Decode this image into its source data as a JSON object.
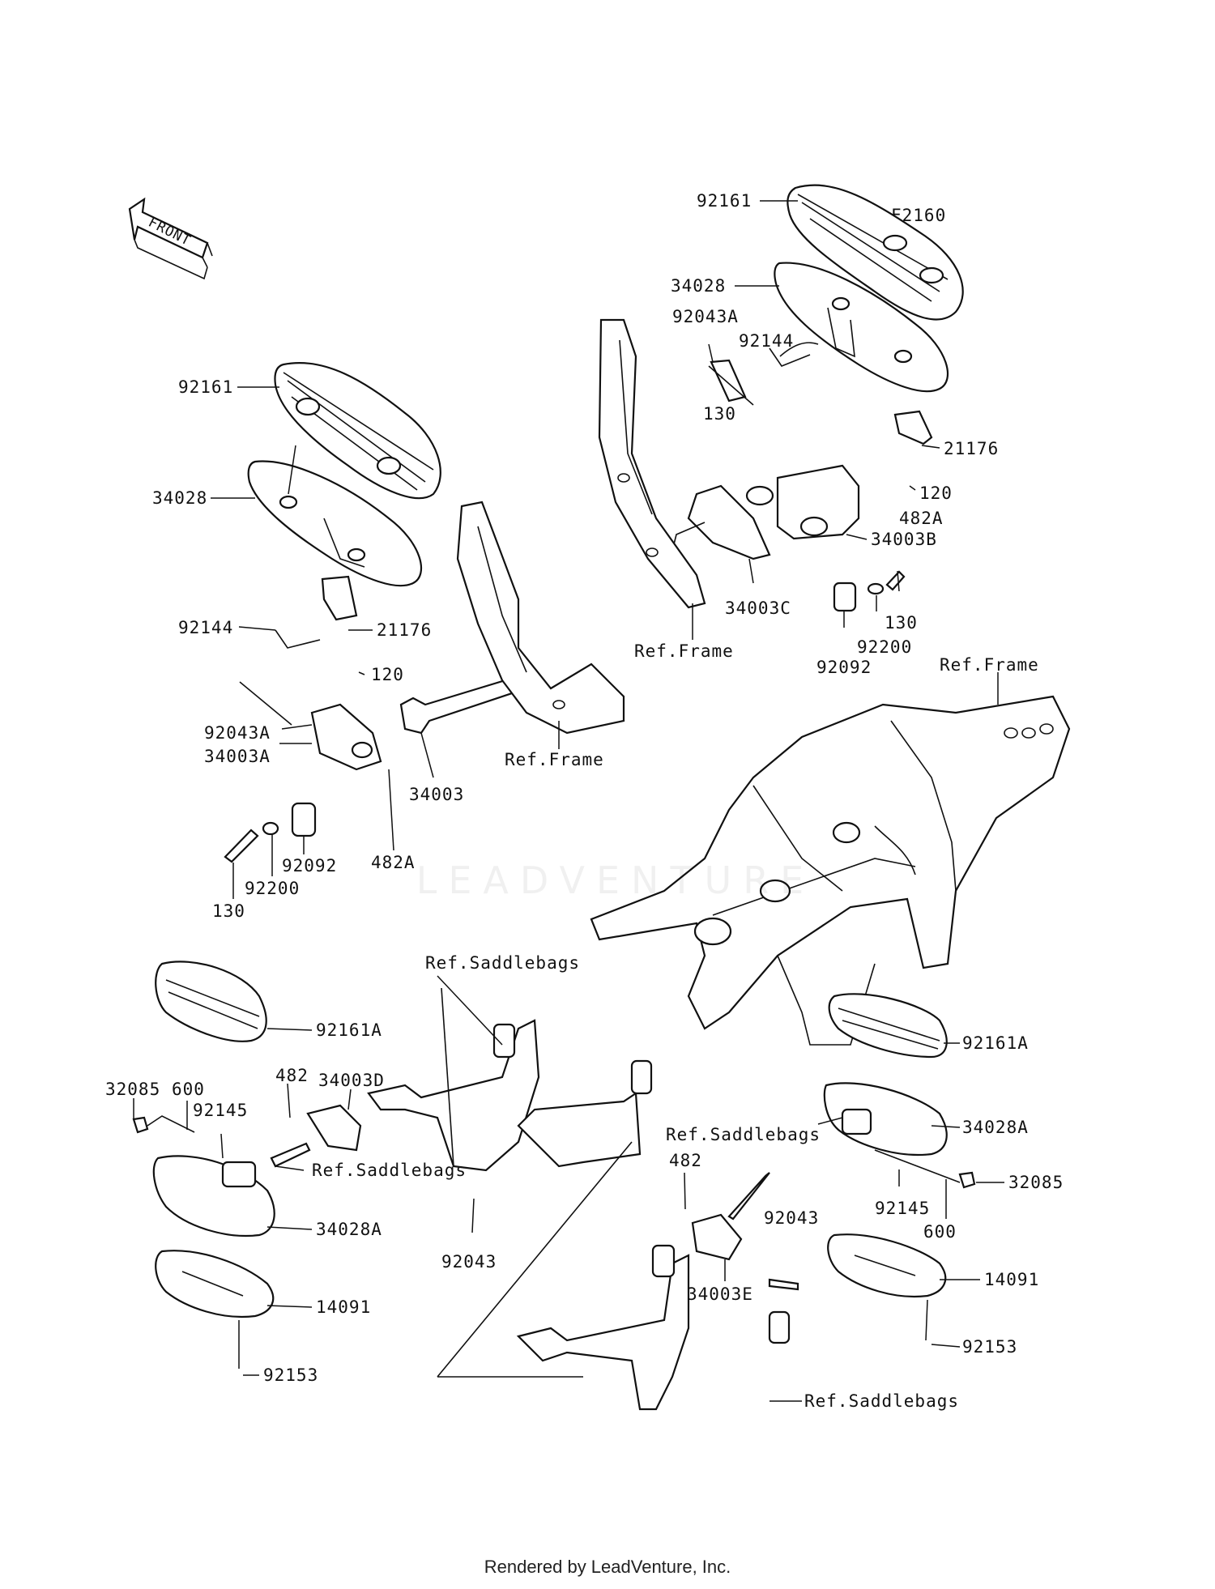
{
  "figure_code": "F2160",
  "front_label": "FRONT",
  "watermark": "LEADVENTURE",
  "footer": "Rendered by LeadVenture, Inc.",
  "callouts": [
    {
      "id": "top-92161",
      "text": "92161"
    },
    {
      "id": "top-34028",
      "text": "34028"
    },
    {
      "id": "top-92043A",
      "text": "92043A"
    },
    {
      "id": "top-92144",
      "text": "92144"
    },
    {
      "id": "top-130",
      "text": "130"
    },
    {
      "id": "top-21176",
      "text": "21176"
    },
    {
      "id": "top-120",
      "text": "120"
    },
    {
      "id": "top-482A",
      "text": "482A"
    },
    {
      "id": "top-34003B",
      "text": "34003B"
    },
    {
      "id": "top-34003C",
      "text": "34003C"
    },
    {
      "id": "top-ref-frame",
      "text": "Ref.Frame"
    },
    {
      "id": "top-130b",
      "text": "130"
    },
    {
      "id": "top-92200",
      "text": "92200"
    },
    {
      "id": "top-92092",
      "text": "92092"
    },
    {
      "id": "right-ref-frame",
      "text": "Ref.Frame"
    },
    {
      "id": "left-92161",
      "text": "92161"
    },
    {
      "id": "left-34028",
      "text": "34028"
    },
    {
      "id": "left-92144",
      "text": "92144"
    },
    {
      "id": "left-21176",
      "text": "21176"
    },
    {
      "id": "left-120",
      "text": "120"
    },
    {
      "id": "left-92043A",
      "text": "92043A"
    },
    {
      "id": "left-34003A",
      "text": "34003A"
    },
    {
      "id": "left-34003",
      "text": "34003"
    },
    {
      "id": "mid-ref-frame",
      "text": "Ref.Frame"
    },
    {
      "id": "left-482A",
      "text": "482A"
    },
    {
      "id": "left-92092",
      "text": "92092"
    },
    {
      "id": "left-92200",
      "text": "92200"
    },
    {
      "id": "left-130",
      "text": "130"
    },
    {
      "id": "bl-ref-saddlebags",
      "text": "Ref.Saddlebags"
    },
    {
      "id": "bl-92161A",
      "text": "92161A"
    },
    {
      "id": "bl-32085",
      "text": "32085"
    },
    {
      "id": "bl-600",
      "text": "600"
    },
    {
      "id": "bl-482",
      "text": "482"
    },
    {
      "id": "bl-34003D",
      "text": "34003D"
    },
    {
      "id": "bl-92145",
      "text": "92145"
    },
    {
      "id": "bl-ref-saddlebags-2",
      "text": "Ref.Saddlebags"
    },
    {
      "id": "bl-34028A",
      "text": "34028A"
    },
    {
      "id": "bl-92043",
      "text": "92043"
    },
    {
      "id": "bl-14091",
      "text": "14091"
    },
    {
      "id": "bl-92153",
      "text": "92153"
    },
    {
      "id": "br-92161A",
      "text": "92161A"
    },
    {
      "id": "br-34028A",
      "text": "34028A"
    },
    {
      "id": "br-ref-saddlebags",
      "text": "Ref.Saddlebags"
    },
    {
      "id": "br-482",
      "text": "482"
    },
    {
      "id": "br-32085",
      "text": "32085"
    },
    {
      "id": "br-92145",
      "text": "92145"
    },
    {
      "id": "br-92043",
      "text": "92043"
    },
    {
      "id": "br-600",
      "text": "600"
    },
    {
      "id": "br-14091",
      "text": "14091"
    },
    {
      "id": "br-34003E",
      "text": "34003E"
    },
    {
      "id": "br-92153",
      "text": "92153"
    },
    {
      "id": "br-ref-saddlebags-2",
      "text": "Ref.Saddlebags"
    }
  ]
}
